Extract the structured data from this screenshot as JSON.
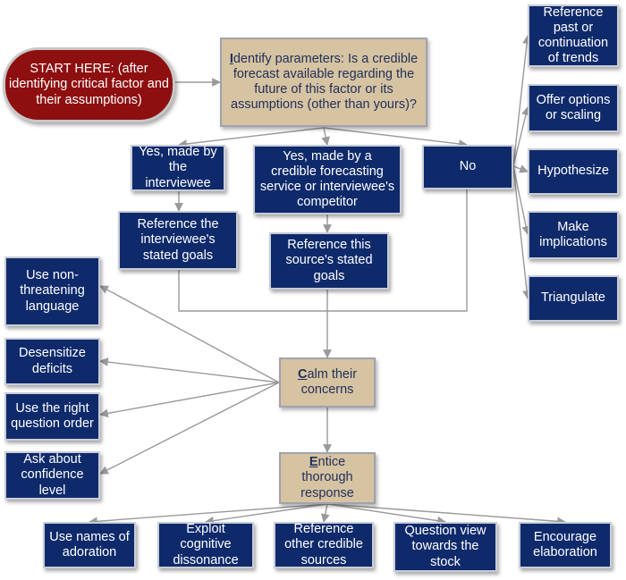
{
  "start": "START HERE: (after identifying critical factor and their assumptions)",
  "identify": {
    "initial": "I",
    "rest": "dentify parameters: Is a credible forecast available regarding the future of this factor or its assumptions (other than yours)?"
  },
  "yes_interviewee": "Yes, made by the interviewee",
  "yes_credible": "Yes, made by a credible forecasting service or interviewee's competitor",
  "no": "No",
  "ref_interviewee": "Reference the interviewee's stated goals",
  "ref_source": "Reference this source's stated goals",
  "right_options": [
    "Reference past or continuation of trends",
    "Offer options or scaling",
    "Hypothesize",
    "Make implications",
    "Triangulate"
  ],
  "calm": {
    "initial": "C",
    "rest": "alm their concerns"
  },
  "left_options": [
    "Use non-threatening language",
    "Desensitize deficits",
    "Use the right question order",
    "Ask about confidence level"
  ],
  "entice": {
    "initial": "E",
    "rest": "ntice thorough response"
  },
  "bottom_options": [
    "Use names of adoration",
    "Exploit cognitive dissonance",
    "Reference other credible sources",
    "Question view towards the stock",
    "Encourage elaboration"
  ],
  "colors": {
    "navy": "#0f2a6b",
    "tan": "#d6c3a2",
    "start_red": "#8e0f10",
    "line": "#9a9a9a"
  }
}
